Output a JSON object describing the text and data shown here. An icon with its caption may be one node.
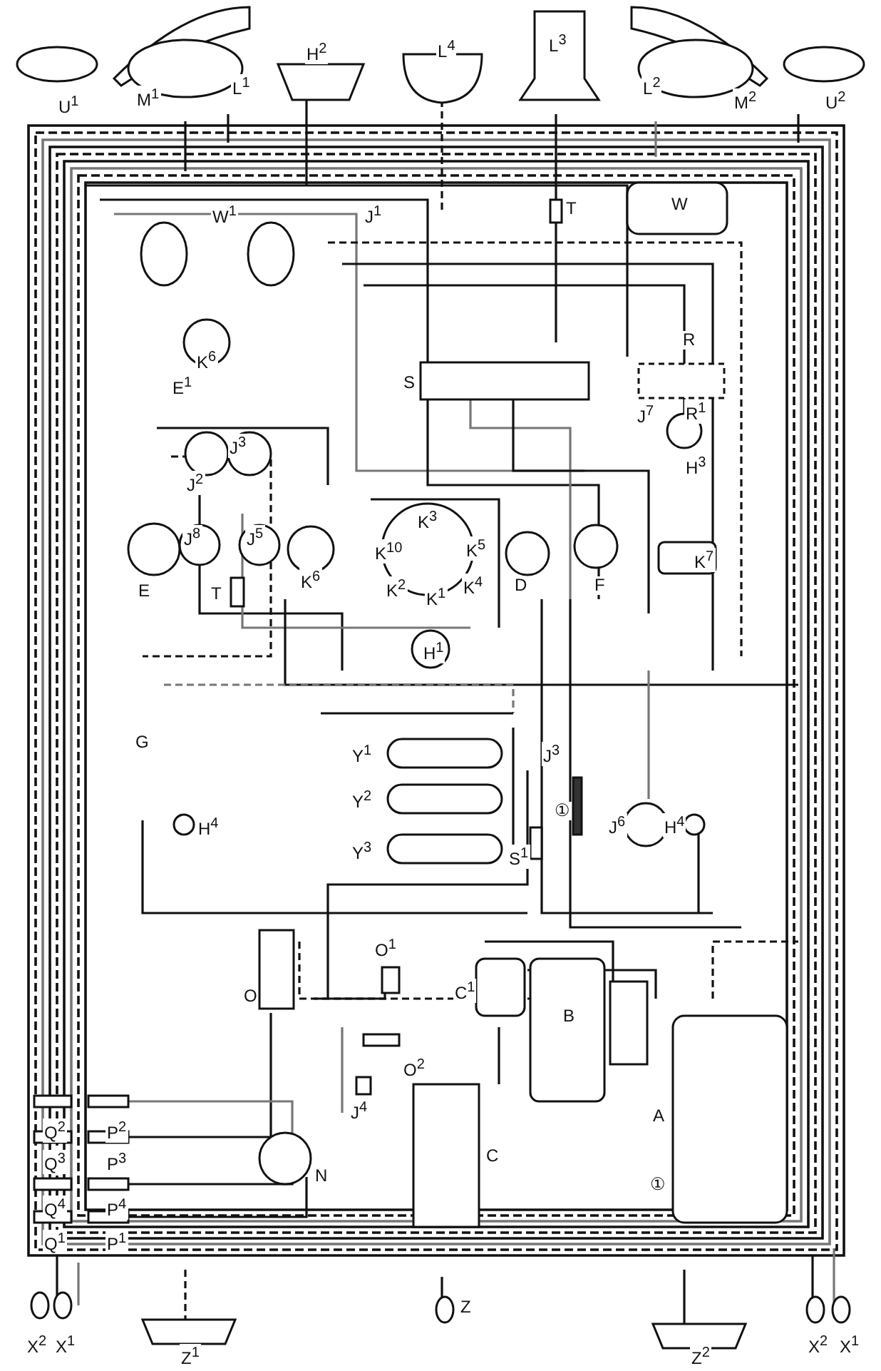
{
  "diagram": {
    "labels": [
      "U$^{1}$",
      "M$^{1}$",
      "L$^{1}$",
      "H$^{2}$",
      "L$^{4}$",
      "L$^{3}$",
      "L$^{2}$",
      "M$^{2}$",
      "U$^{2}$",
      "W$^{1}$",
      "J$^{1}$",
      "T",
      "W",
      "E$^{1}$",
      "K$^{6}$",
      "S",
      "R",
      "J$^{7}$",
      "R$^{1}$",
      "H$^{3}$",
      "J$^{2}$",
      "J$^{3}$",
      "J$^{8}$",
      "J$^{5}$",
      "E",
      "K$^{3}$",
      "K$^{10}$",
      "K$^{5}$",
      "K$^{6}$",
      "K$^{2}$",
      "K$^{1}$",
      "K$^{4}$",
      "D",
      "F",
      "K$^{7}$",
      "T",
      "H$^{1}$",
      "G",
      "Y$^{1}$",
      "Y$^{2}$",
      "Y$^{3}$",
      "J$^{3}$",
      "①",
      "H$^{4}$",
      "J$^{6}$",
      "H$^{4}$",
      "S$^{1}$",
      "O",
      "O$^{1}$",
      "C$^{1}$",
      "B",
      "O$^{2}$",
      "J$^{4}$",
      "A",
      "Q$^{2}$",
      "P$^{2}$",
      "Q$^{3}$",
      "P$^{3}$",
      "N",
      "C",
      "Q$^{4}$",
      "P$^{4}$",
      "Q$^{1}$",
      "P$^{1}$",
      "①",
      "X$^{2}$",
      "X$^{1}$",
      "Z",
      "Z$^{1}$",
      "Z$^{2}$",
      "X$^{2}$",
      "X$^{1}$"
    ]
  }
}
